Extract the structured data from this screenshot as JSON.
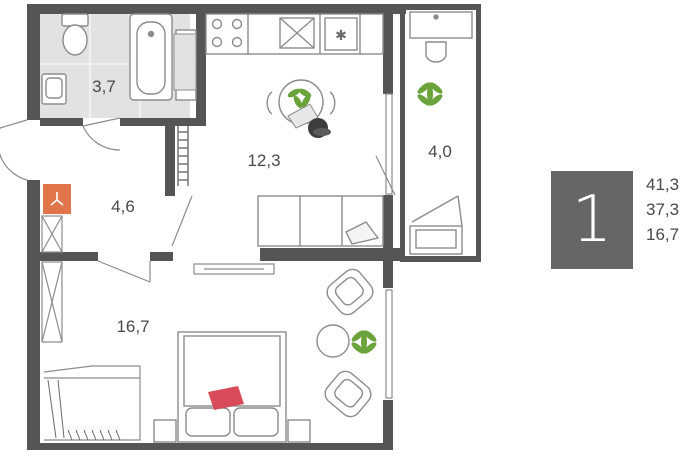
{
  "plan": {
    "rooms": [
      {
        "id": "bathroom",
        "area": "3,7"
      },
      {
        "id": "kitchen-living",
        "area": "12,3"
      },
      {
        "id": "hallway",
        "area": "4,6"
      },
      {
        "id": "bedroom",
        "area": "16,7"
      },
      {
        "id": "balcony",
        "area": "4,0"
      }
    ]
  },
  "summary": {
    "rooms_count": "1",
    "total_area": "41,3",
    "living_area_excl_balcony": "37,3",
    "bedroom_area": "16,7"
  },
  "colors": {
    "wall": "#555555",
    "tile": "#e0e0e0",
    "furniture": "#9a9a9a",
    "boiler": "#e0744a",
    "pillow": "#d94b5a",
    "plant": "#6aa33a",
    "badge": "#666666"
  }
}
